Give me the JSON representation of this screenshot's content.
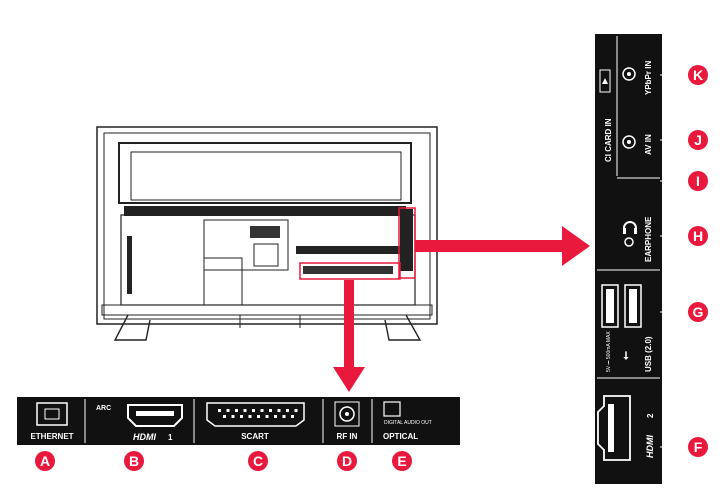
{
  "colors": {
    "panel": "#111111",
    "accent": "#e8193c",
    "tv_line": "#222222"
  },
  "bottom_panel": {
    "ports": [
      {
        "name": "ETHERNET",
        "letter": "A",
        "icon": "ethernet-port-icon"
      },
      {
        "name": "ARC",
        "hdmi_mark": "HDMI",
        "hdmi_num": "1",
        "letter": "B",
        "icon": "hdmi-port-icon"
      },
      {
        "name": "SCART",
        "letter": "C",
        "icon": "scart-port-icon"
      },
      {
        "name": "RF IN",
        "letter": "D",
        "icon": "coax-port-icon"
      },
      {
        "name": "OPTICAL",
        "sub": "DIGITAL AUDIO OUT",
        "letter": "E",
        "icon": "optical-port-icon"
      }
    ]
  },
  "side_panel": {
    "ypbpr": "YPbPr IN",
    "av": "AV IN",
    "ci": "CI CARD IN",
    "earphone": "EARPHONE",
    "usb": "USB (2.0)",
    "usb_spec": "5V ⎓ 500mA MAX",
    "hdmi_mark": "HDMI",
    "hdmi_num": "2",
    "letters": [
      "K",
      "J",
      "I",
      "H",
      "G",
      "F"
    ]
  }
}
